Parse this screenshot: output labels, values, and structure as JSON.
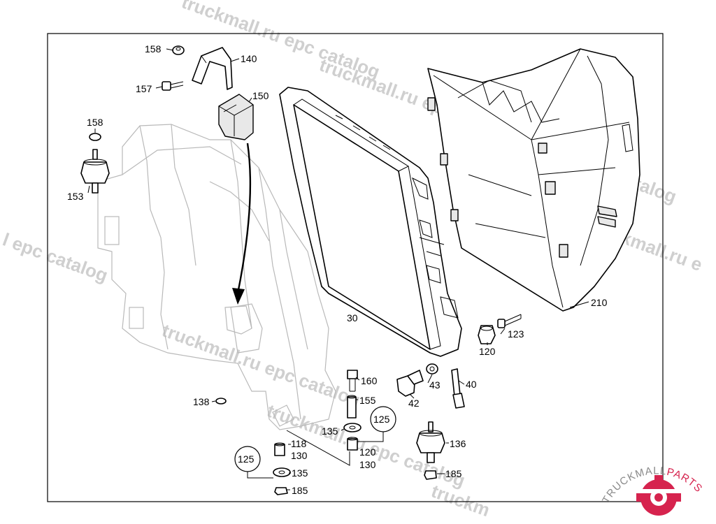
{
  "watermark": {
    "text_1": "truckmall.ru epc catalog",
    "text_2": "truckmall.ru epc catalog",
    "text_3": "l epc catalog",
    "text_4": "truckmall.ru epc catalog",
    "text_5": "truckmall.ru epc catalog",
    "text_6": "truckmall.ru e",
    "text_7": "truckm",
    "text_8": "uckmall.ru epc catalog"
  },
  "logo": {
    "text": "TRUCKMALLPARTS",
    "text_part1": "TRUCKMALL",
    "text_part2": "PARTS",
    "accent_color": "#d6234e"
  },
  "colors": {
    "ink": "#000000",
    "ghost": "#b9b9b9",
    "watermark": "#cfcfcf"
  },
  "labels": {
    "p158a": "158",
    "p140": "140",
    "p157": "157",
    "p150": "150",
    "p158b": "158",
    "p153": "153",
    "p30": "30",
    "p210": "210",
    "p123": "123",
    "p120a": "120",
    "p160": "160",
    "p155": "155",
    "p43": "43",
    "p40": "40",
    "p42": "42",
    "p138": "138",
    "p135a": "135",
    "p125a": "125",
    "p120b": "120",
    "p130b": "130",
    "p118": "118",
    "p130a": "130",
    "p125b": "125",
    "p135b": "135",
    "p185a": "185",
    "p136": "136",
    "p185b": "185"
  }
}
